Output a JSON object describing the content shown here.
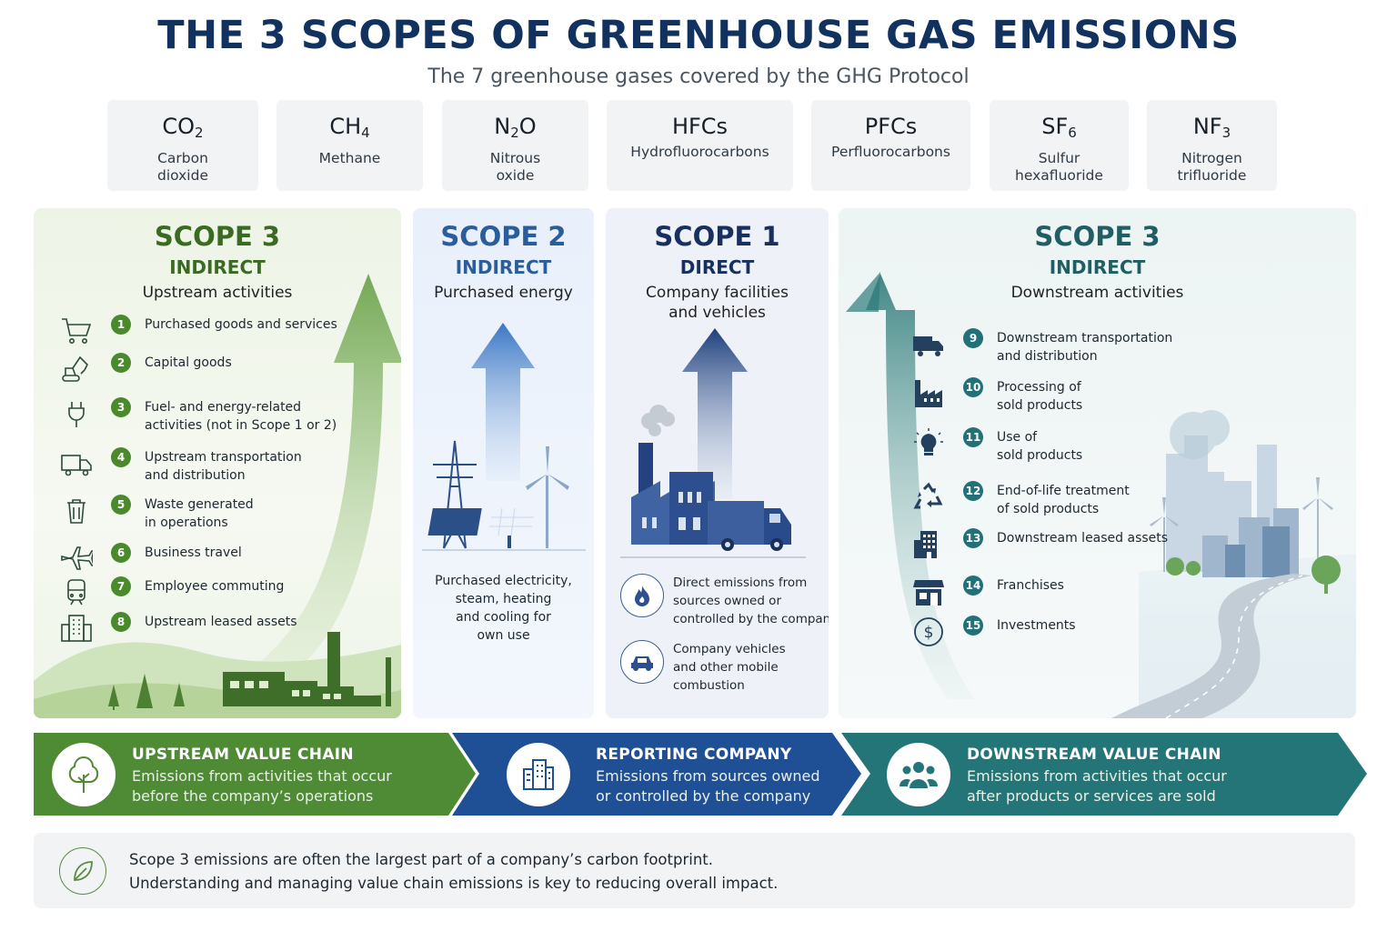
{
  "title": "THE 3 SCOPES OF GREENHOUSE GAS EMISSIONS",
  "subtitle": "The 7 greenhouse gases covered by the GHG Protocol",
  "gases": [
    {
      "formula_main": "CO",
      "formula_sub": "2",
      "name": "Carbon dioxide"
    },
    {
      "formula_main": "CH",
      "formula_sub": "4",
      "name": "Methane"
    },
    {
      "formula_main": "N",
      "formula_sub": "2",
      "formula_tail": "O",
      "name": "Nitrous oxide"
    },
    {
      "formula_main": "HFCs",
      "formula_sub": "",
      "name": "Hydrofluorocarbons"
    },
    {
      "formula_main": "PFCs",
      "formula_sub": "",
      "name": "Perfluorocarbons"
    },
    {
      "formula_main": "SF",
      "formula_sub": "6",
      "name": "Sulfur hexafluoride"
    },
    {
      "formula_main": "NF",
      "formula_sub": "3",
      "name": "Nitrogen trifluoride"
    }
  ],
  "upstream": {
    "scope": "SCOPE 3",
    "type": "INDIRECT",
    "desc": "Upstream activities",
    "items": [
      {
        "num": "1",
        "label": "Purchased goods and services",
        "icon": "shopping-cart-icon"
      },
      {
        "num": "2",
        "label": "Capital goods",
        "icon": "excavator-icon"
      },
      {
        "num": "3",
        "label": "Fuel- and energy-related\nactivities (not in Scope 1 or 2)",
        "icon": "plug-icon"
      },
      {
        "num": "4",
        "label": "Upstream transportation\nand distribution",
        "icon": "truck-icon"
      },
      {
        "num": "5",
        "label": "Waste generated\nin operations",
        "icon": "trash-icon"
      },
      {
        "num": "6",
        "label": "Business travel",
        "icon": "airplane-icon"
      },
      {
        "num": "7",
        "label": "Employee commuting",
        "icon": "train-icon"
      },
      {
        "num": "8",
        "label": "Upstream leased assets",
        "icon": "building-icon"
      }
    ]
  },
  "scope2": {
    "scope": "SCOPE 2",
    "type": "INDIRECT",
    "desc": "Purchased energy",
    "note": "Purchased electricity,\nsteam, heating\nand cooling for\nown use"
  },
  "scope1": {
    "scope": "SCOPE 1",
    "type": "DIRECT",
    "desc": "Company facilities\nand vehicles",
    "notes": [
      {
        "text": "Direct emissions from\nsources owned or\ncontrolled by the company",
        "icon": "flame-icon"
      },
      {
        "text": "Company vehicles\nand other mobile\ncombustion",
        "icon": "car-icon"
      }
    ]
  },
  "downstream": {
    "scope": "SCOPE 3",
    "type": "INDIRECT",
    "desc": "Downstream activities",
    "items": [
      {
        "num": "9",
        "label": "Downstream transportation\nand distribution",
        "icon": "truck-icon"
      },
      {
        "num": "10",
        "label": "Processing of\nsold products",
        "icon": "factory-icon"
      },
      {
        "num": "11",
        "label": "Use of\nsold products",
        "icon": "lightbulb-icon"
      },
      {
        "num": "12",
        "label": "End-of-life treatment\nof sold products",
        "icon": "recycle-icon"
      },
      {
        "num": "13",
        "label": "Downstream leased assets",
        "icon": "building-icon"
      },
      {
        "num": "14",
        "label": "Franchises",
        "icon": "storefront-icon"
      },
      {
        "num": "15",
        "label": "Investments",
        "icon": "dollar-icon"
      }
    ]
  },
  "chain": [
    {
      "heading": "UPSTREAM VALUE CHAIN",
      "desc": "Emissions from activities that occur\nbefore the company’s operations",
      "icon": "tree-icon",
      "color": "#4f8a34"
    },
    {
      "heading": "REPORTING COMPANY",
      "desc": "Emissions from sources owned\nor controlled by the company",
      "icon": "office-building-icon",
      "color": "#1f4f95"
    },
    {
      "heading": "DOWNSTREAM VALUE CHAIN",
      "desc": "Emissions from activities that occur\nafter products or services are sold",
      "icon": "people-icon",
      "color": "#237577"
    }
  ],
  "footer": "Scope 3 emissions are often the largest part of a company’s carbon footprint.\nUnderstanding and managing value chain emissions is key to reducing overall impact.",
  "colors": {
    "navy": "#11315f",
    "green": "#4a8a2c",
    "blue": "#2a5d9c",
    "teal": "#227078"
  }
}
